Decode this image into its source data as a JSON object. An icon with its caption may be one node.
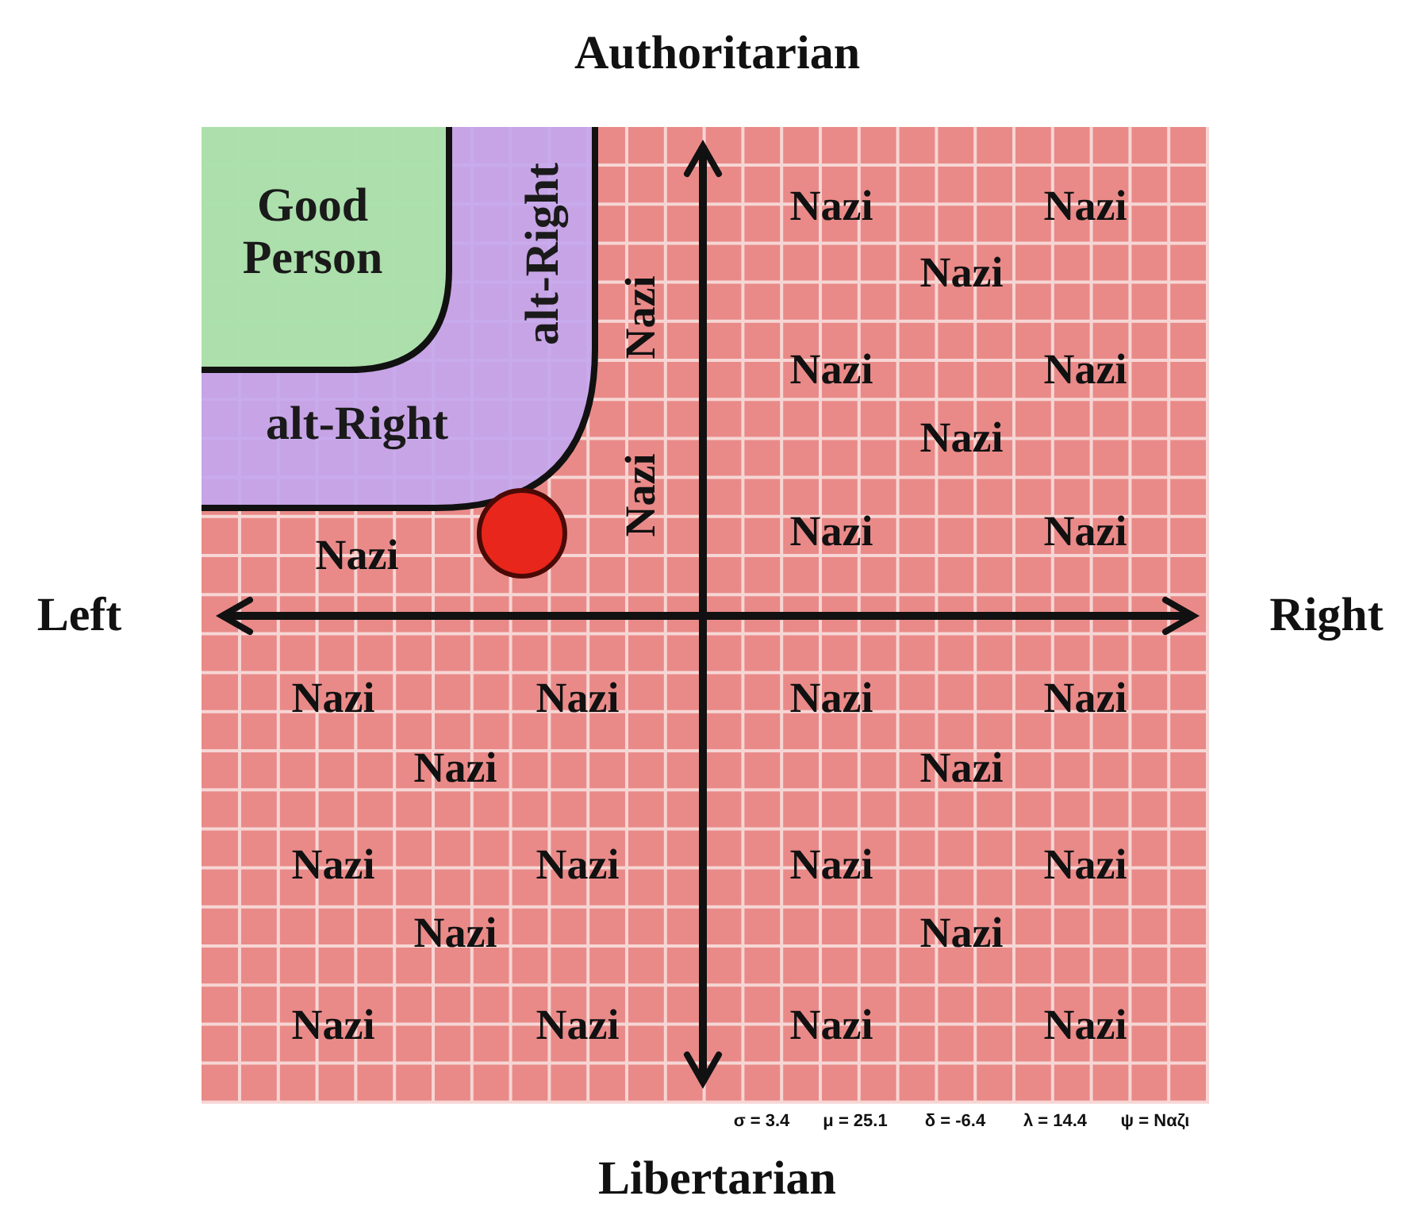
{
  "diagram": {
    "nodes": [
      {
        "text": [
          "alt-Right",
          "alt-Right"
        ]
      },
      {
        "text": [
          "Good Person"
        ],
        "in": 0
      }
    ],
    "edges": [],
    "labels": [
      "Authoritarian",
      "Nazi",
      "Nazi",
      "Nazi",
      "Nazi",
      "Nazi",
      "Nazi",
      "Nazi",
      "Nazi",
      "Nazi",
      "Nazi",
      "Nazi",
      "Left",
      "Right",
      "Nazi",
      "Nazi",
      "Nazi",
      "Nazi",
      "Nazi",
      "Nazi",
      "Nazi",
      "Nazi",
      "Nazi",
      "Nazi",
      "Nazi",
      "Nazi",
      "Nazi",
      "Nazi",
      "Nazi",
      "Nazi",
      "σ = 3.4",
      "μ = 25.1",
      "δ = -6.4",
      "λ = 14.4",
      "ψ = Ναζι",
      "Libertarian"
    ]
  }
}
